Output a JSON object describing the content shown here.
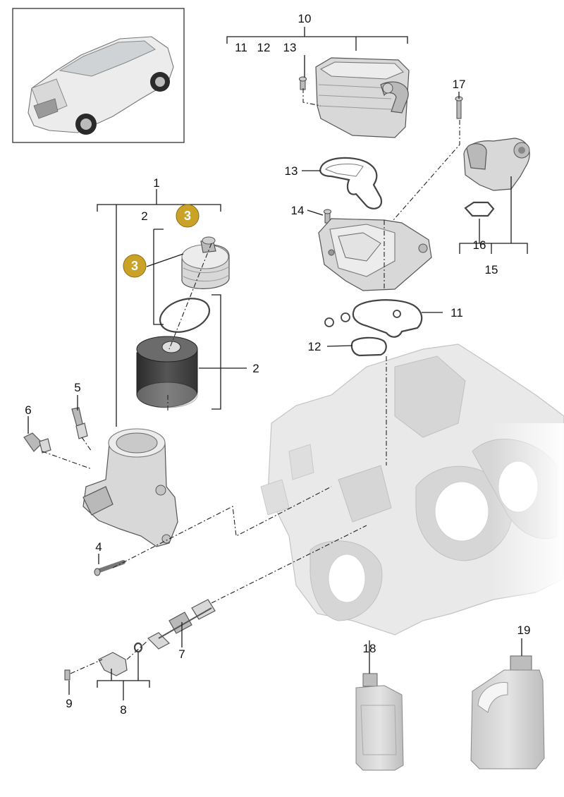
{
  "labels": {
    "l1": "1",
    "l2a": "2",
    "l2b": "2",
    "l4": "4",
    "l5": "5",
    "l6": "6",
    "l7": "7",
    "l8": "8",
    "l9": "9",
    "l10": "10",
    "l11a": "11",
    "l11b": "11",
    "l12a": "12",
    "l12b": "12",
    "l13a": "13",
    "l13b": "13",
    "l14": "14",
    "l15": "15",
    "l16": "16",
    "l17": "17",
    "l18": "18",
    "l19": "19"
  },
  "badges": {
    "b1": "3",
    "b2": "3"
  },
  "colors": {
    "badge": "#c9a227",
    "line": "#1a1a1a",
    "part": "#d8d8d8",
    "engine_block": "#e9e9e9"
  },
  "icons": [
    "vehicle-thumbnail",
    "oil-cooler",
    "oil-filter-housing",
    "oil-filter-cap",
    "oil-filter-element",
    "engine-block",
    "oil-bottle-small",
    "oil-canister-large"
  ]
}
